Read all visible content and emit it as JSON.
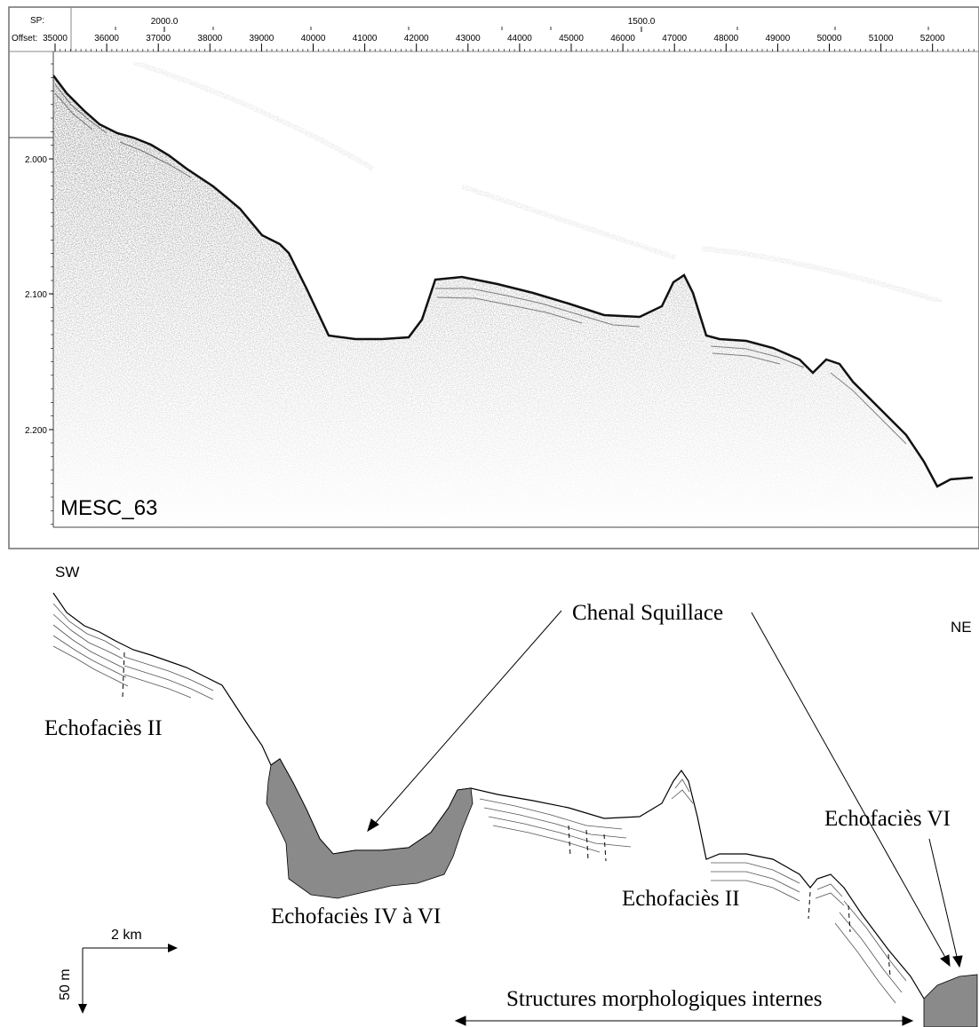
{
  "profile": {
    "sp_label": "SP:",
    "offset_label": "Offset:",
    "sp_ticks": [
      "2000.0",
      "1500.0"
    ],
    "offset_ticks": [
      "35000",
      "36000",
      "37000",
      "38000",
      "39000",
      "40000",
      "41000",
      "42000",
      "43000",
      "44000",
      "45000",
      "46000",
      "47000",
      "48000",
      "49000",
      "50000",
      "51000",
      "52000"
    ],
    "time_ticks": [
      "2.000",
      "2.100",
      "2.200"
    ],
    "profile_name": "MESC_63"
  },
  "interpretation": {
    "orientation_left": "SW",
    "orientation_right": "NE",
    "labels": {
      "chenal": "Chenal Squillace",
      "echo_ii_left": "Echofaciès II",
      "echo_iv_vi": "Echofaciès IV à VI",
      "echo_ii_right": "Echofaciès II",
      "echo_vi": "Echofaciès VI",
      "structures": "Structures morphologiques internes"
    },
    "scale": {
      "horizontal": "2 km",
      "vertical": "50 m"
    }
  },
  "colors": {
    "fill_grey": "#8a8a8a",
    "line": "#000000",
    "frame": "#6e6e6e"
  }
}
